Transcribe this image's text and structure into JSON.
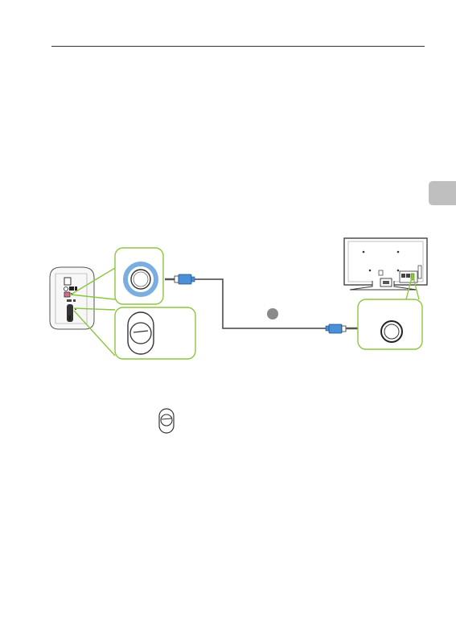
{
  "page": {
    "top_rule": true,
    "side_tab_color": "#bfbfbf"
  },
  "diagram": {
    "components": [
      "speaker-unit",
      "audio-output-jack",
      "tv-rear",
      "audio-input-jack",
      "stereo-mini-cable",
      "power-switch"
    ],
    "colors": {
      "callout_border": "#8dc63f",
      "plug_body": "#4a90d9",
      "ring_highlight": "#7aaee0",
      "cable": "#404040",
      "step_marker": "#8a8a8a"
    }
  }
}
